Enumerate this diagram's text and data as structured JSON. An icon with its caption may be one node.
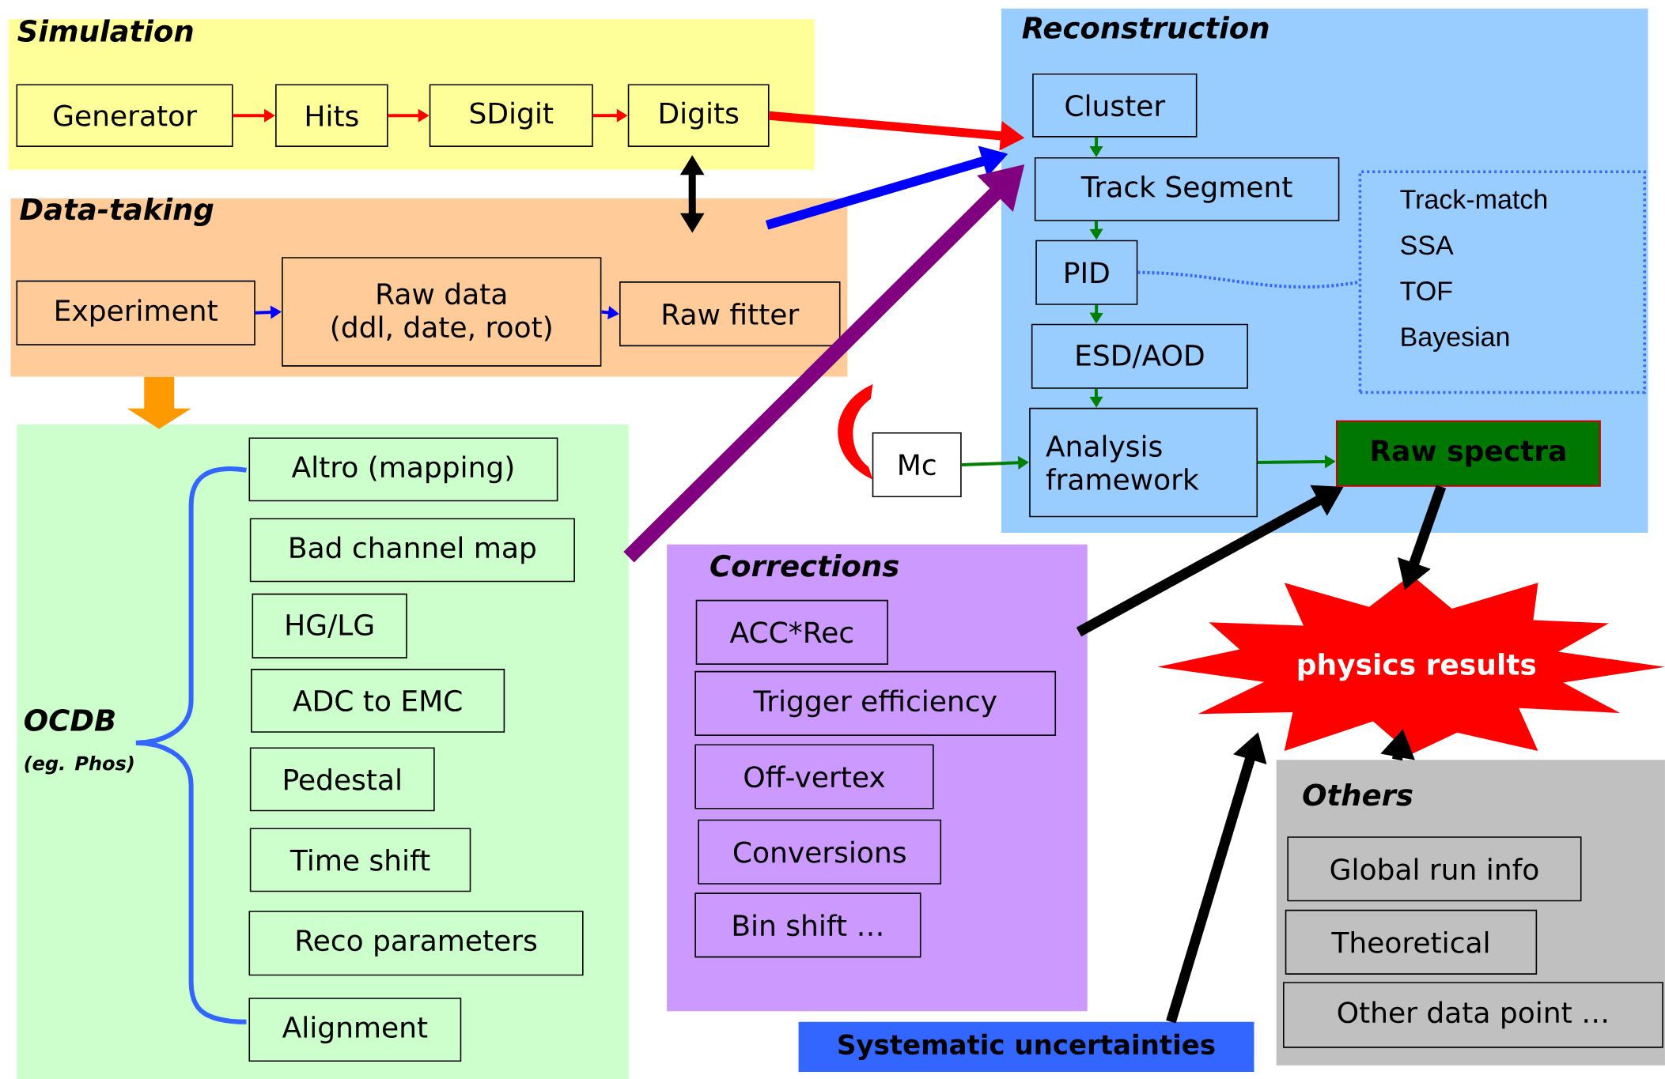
{
  "diagram": {
    "nodes": [
      {
        "text": [
          "Simulation"
        ]
      },
      {
        "text": [
          "Generator"
        ],
        "in": 0
      },
      {
        "text": [
          "Hits"
        ],
        "in": 0
      },
      {
        "text": [
          "SDigit"
        ],
        "in": 0
      },
      {
        "text": [
          "Digits"
        ],
        "in": 0
      },
      {
        "text": [
          "Data-taking"
        ]
      },
      {
        "text": [
          "Experiment"
        ],
        "in": 5
      },
      {
        "text": [
          "Raw data",
          "(ddl, date, root)"
        ],
        "in": 5
      },
      {
        "text": [
          "Raw fitter"
        ],
        "in": 5
      },
      {
        "text": [
          "Reconstruction"
        ]
      },
      {
        "text": [
          "Cluster"
        ],
        "in": 9
      },
      {
        "text": [
          "Track Segment"
        ],
        "in": 9
      },
      {
        "text": [
          "PID"
        ],
        "in": 9
      },
      {
        "text": [
          "ESD/AOD"
        ],
        "in": 9
      },
      {
        "text": [
          "Analysis framework"
        ],
        "in": 9
      },
      {
        "text": [
          "Track-match",
          "SSA",
          "TOF",
          "Bayesian"
        ],
        "in": 9
      },
      {
        "text": [
          "Mc"
        ]
      },
      {
        "text": [
          "Raw spectra"
        ],
        "in": 9
      },
      {
        "text": [
          "OCDB",
          "(eg. Phos)"
        ]
      },
      {
        "text": [
          "Altro (mapping)"
        ],
        "in": 18
      },
      {
        "text": [
          "Bad channel map"
        ],
        "in": 18
      },
      {
        "text": [
          "HG/LG"
        ],
        "in": 18
      },
      {
        "text": [
          "ADC to EMC"
        ],
        "in": 18
      },
      {
        "text": [
          "Pedestal"
        ],
        "in": 18
      },
      {
        "text": [
          "Time shift"
        ],
        "in": 18
      },
      {
        "text": [
          "Reco parameters"
        ],
        "in": 18
      },
      {
        "text": [
          "Alignment"
        ],
        "in": 18
      },
      {
        "text": [
          "Corrections"
        ]
      },
      {
        "text": [
          "ACC*Rec"
        ],
        "in": 27
      },
      {
        "text": [
          "Trigger efficiency"
        ],
        "in": 27
      },
      {
        "text": [
          "Off-vertex"
        ],
        "in": 27
      },
      {
        "text": [
          "Conversions"
        ],
        "in": 27
      },
      {
        "text": [
          "Bin shift …"
        ],
        "in": 27
      },
      {
        "text": [
          "physics results"
        ]
      },
      {
        "text": [
          "Others"
        ]
      },
      {
        "text": [
          "Global run info"
        ],
        "in": 34
      },
      {
        "text": [
          "Theoretical"
        ],
        "in": 34
      },
      {
        "text": [
          "Other data point …"
        ],
        "in": 34
      },
      {
        "text": [
          "Systematic uncertainties"
        ]
      }
    ],
    "edges": [
      {
        "from": 1,
        "to": 2,
        "arrow": "to",
        "color": "#ff0000"
      },
      {
        "from": 2,
        "to": 3,
        "arrow": "to",
        "color": "#ff0000"
      },
      {
        "from": 3,
        "to": 4,
        "arrow": "to",
        "color": "#ff0000"
      },
      {
        "from": 4,
        "to": 9,
        "arrow": "to",
        "style": "thick",
        "color": "#ff0000"
      },
      {
        "from": 4,
        "to": 5,
        "arrow": "both",
        "style": "thick",
        "color": "#000000"
      },
      {
        "from": 5,
        "to": 9,
        "arrow": "to",
        "style": "thick",
        "color": "#0000ff"
      },
      {
        "from": 6,
        "to": 7,
        "arrow": "to",
        "color": "#0000ff"
      },
      {
        "from": 7,
        "to": 8,
        "arrow": "to",
        "color": "#0000ff"
      },
      {
        "from": 5,
        "to": 18,
        "arrow": "to",
        "style": "thick",
        "color": "#ff9900"
      },
      {
        "from": 18,
        "to": 9,
        "arrow": "to",
        "style": "thick",
        "color": "#800080"
      },
      {
        "from": 10,
        "to": 11,
        "arrow": "to",
        "color": "#008000"
      },
      {
        "from": 11,
        "to": 12,
        "arrow": "to",
        "color": "#008000"
      },
      {
        "from": 12,
        "to": 13,
        "arrow": "to",
        "color": "#008000"
      },
      {
        "from": 13,
        "to": 14,
        "arrow": "to",
        "color": "#008000"
      },
      {
        "from": 12,
        "to": 15,
        "arrow": "none",
        "style": "dashed",
        "color": "#3366ff"
      },
      {
        "from": 16,
        "to": 14,
        "arrow": "to",
        "color": "#008000"
      },
      {
        "from": 14,
        "to": 17,
        "arrow": "to",
        "color": "#008000"
      },
      {
        "from": 27,
        "to": 17,
        "arrow": "to",
        "style": "thick",
        "color": "#000000"
      },
      {
        "from": 17,
        "to": 33,
        "arrow": "to",
        "style": "thick",
        "color": "#000000"
      },
      {
        "from": 34,
        "to": 33,
        "arrow": "to",
        "style": "thick",
        "color": "#000000"
      },
      {
        "from": 38,
        "to": 33,
        "arrow": "to",
        "style": "thick",
        "color": "#000000"
      }
    ]
  }
}
